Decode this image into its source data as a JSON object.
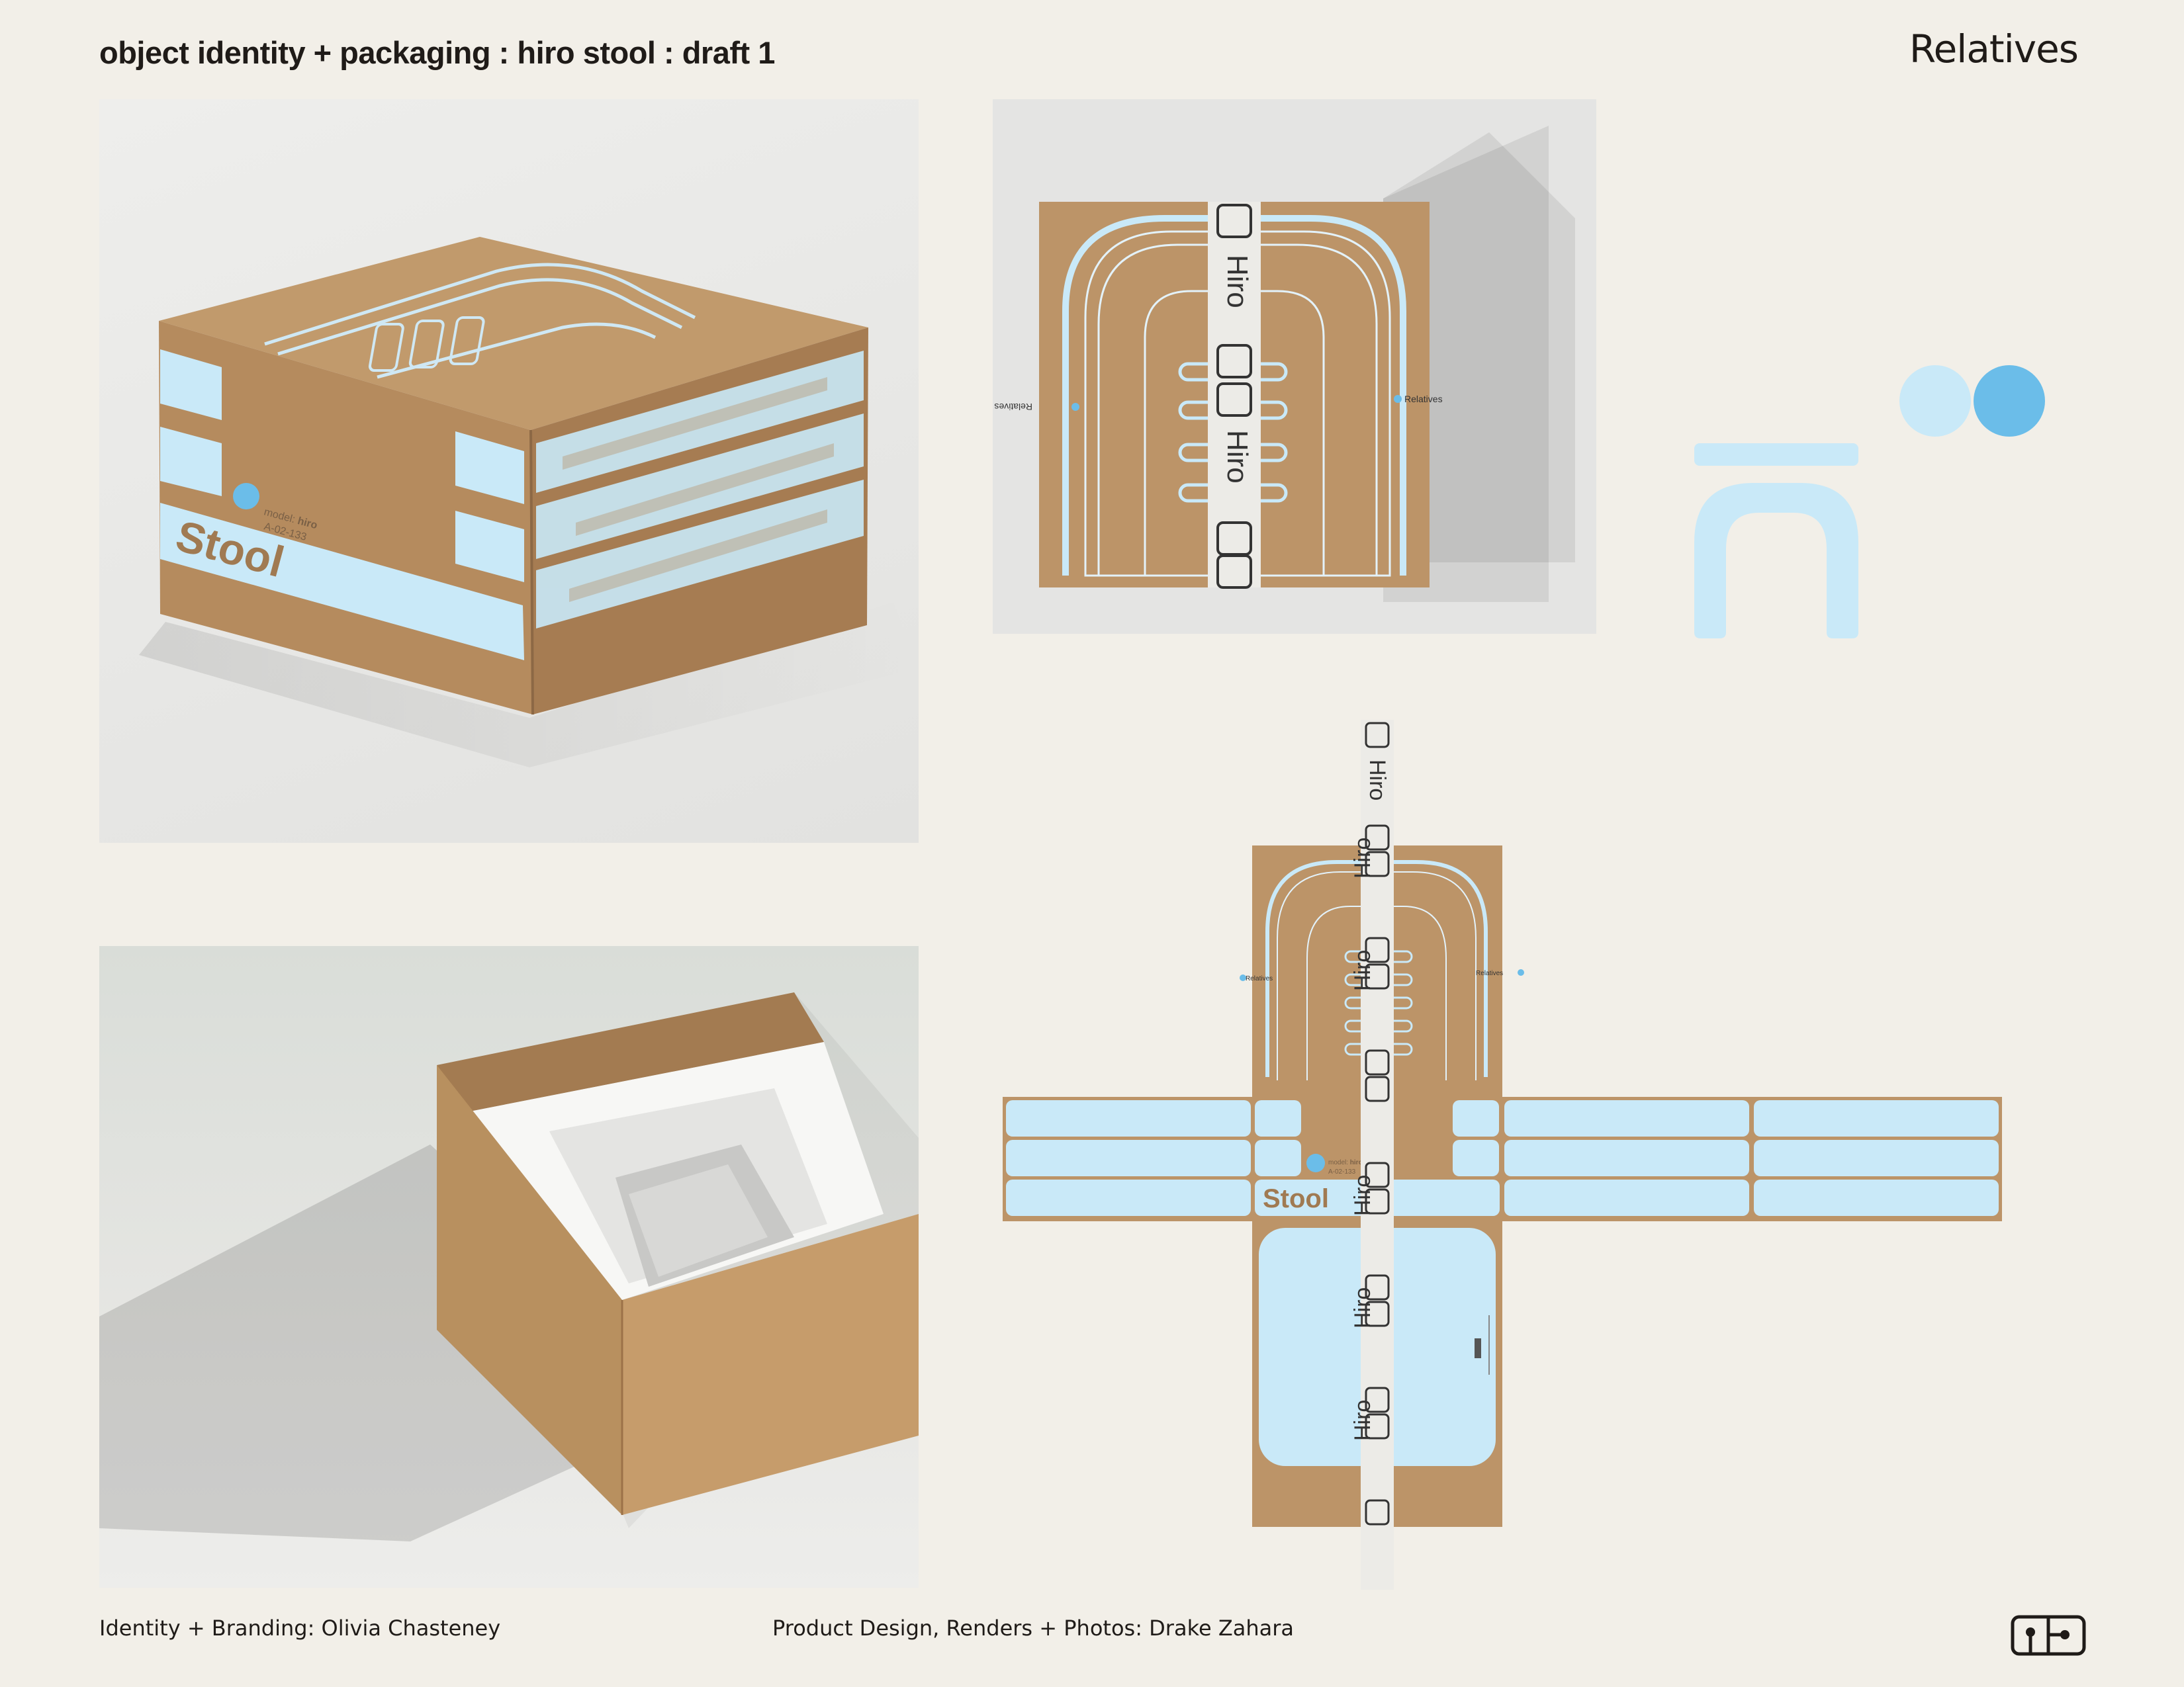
{
  "header": {
    "title": "object identity + packaging : hiro stool : draft 1",
    "brand": "Relatives"
  },
  "credits": {
    "identity": "Identity + Branding: Olivia Chasteney",
    "product": "Product Design, Renders + Photos: Drake Zahara"
  },
  "box_label": {
    "model_prefix": "model:",
    "model_name": "hiro",
    "code": "A-02-133",
    "product": "Stool"
  },
  "tape": {
    "word": "Hiro",
    "side_label": "Relatives"
  },
  "colors": {
    "background": "#f2efe8",
    "kraft": "#bc9468",
    "light_blue": "#c9e9f8",
    "mid_blue": "#6bbde9",
    "ink": "#1f1b18"
  },
  "icons": [
    "stool-mark-icon",
    "two-dots-icon",
    "relatives-logo-icon"
  ]
}
